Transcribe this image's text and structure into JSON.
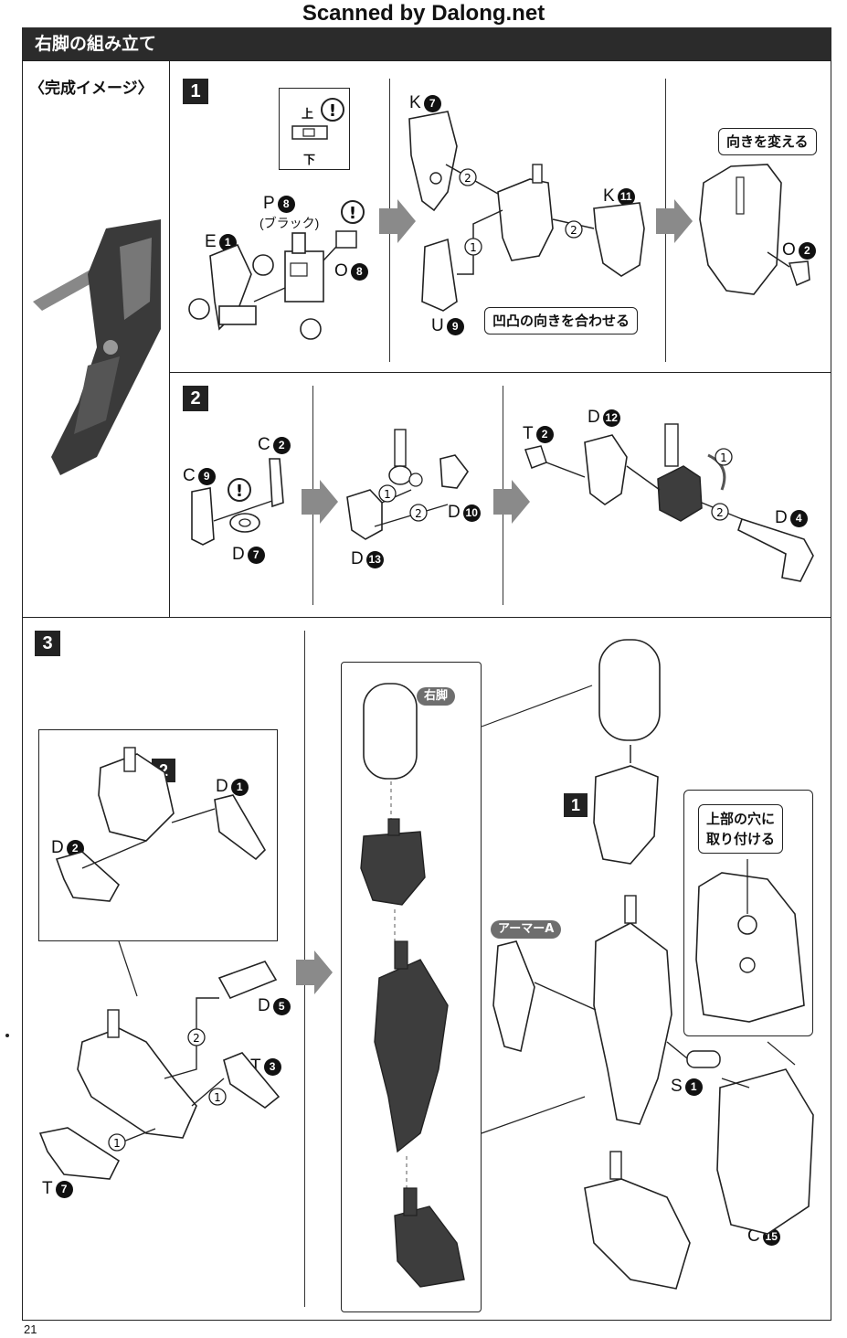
{
  "watermark": "Scanned by Dalong.net",
  "title": "右脚の組み立て",
  "completion_label": "〈完成イメージ〉",
  "page_number": "21",
  "steps": {
    "s1": "1",
    "s2": "2",
    "s3": "3"
  },
  "step1": {
    "orientation_up": "上",
    "orientation_down": "下",
    "p8": "P",
    "p8_n": "8",
    "p8_note": "(ブラック)",
    "e1": "E",
    "e1_n": "1",
    "o8": "O",
    "o8_n": "8",
    "k7": "K",
    "k7_n": "7",
    "k11": "K",
    "k11_n": "11",
    "u9": "U",
    "u9_n": "9",
    "o2": "O",
    "o2_n": "2",
    "callout_align": "凹凸の向きを合わせる",
    "callout_turn": "向きを変える"
  },
  "step2": {
    "c2": "C",
    "c2_n": "2",
    "c9": "C",
    "c9_n": "9",
    "d7": "D",
    "d7_n": "7",
    "d10": "D",
    "d10_n": "10",
    "d13": "D",
    "d13_n": "13",
    "t2": "T",
    "t2_n": "2",
    "d12": "D",
    "d12_n": "12",
    "d4": "D",
    "d4_n": "4"
  },
  "step3": {
    "inset_step": "2",
    "d1": "D",
    "d1_n": "1",
    "d2": "D",
    "d2_n": "2",
    "d5": "D",
    "d5_n": "5",
    "t3": "T",
    "t3_n": "3",
    "t7": "T",
    "t7_n": "7",
    "right_leg_pill": "右脚",
    "armor_pill": "アーマーA",
    "step1_ref": "1",
    "s1": "S",
    "s1_n": "1",
    "c15": "C",
    "c15_n": "15",
    "callout_hole_line1": "上部の穴に",
    "callout_hole_line2": "取り付ける"
  }
}
